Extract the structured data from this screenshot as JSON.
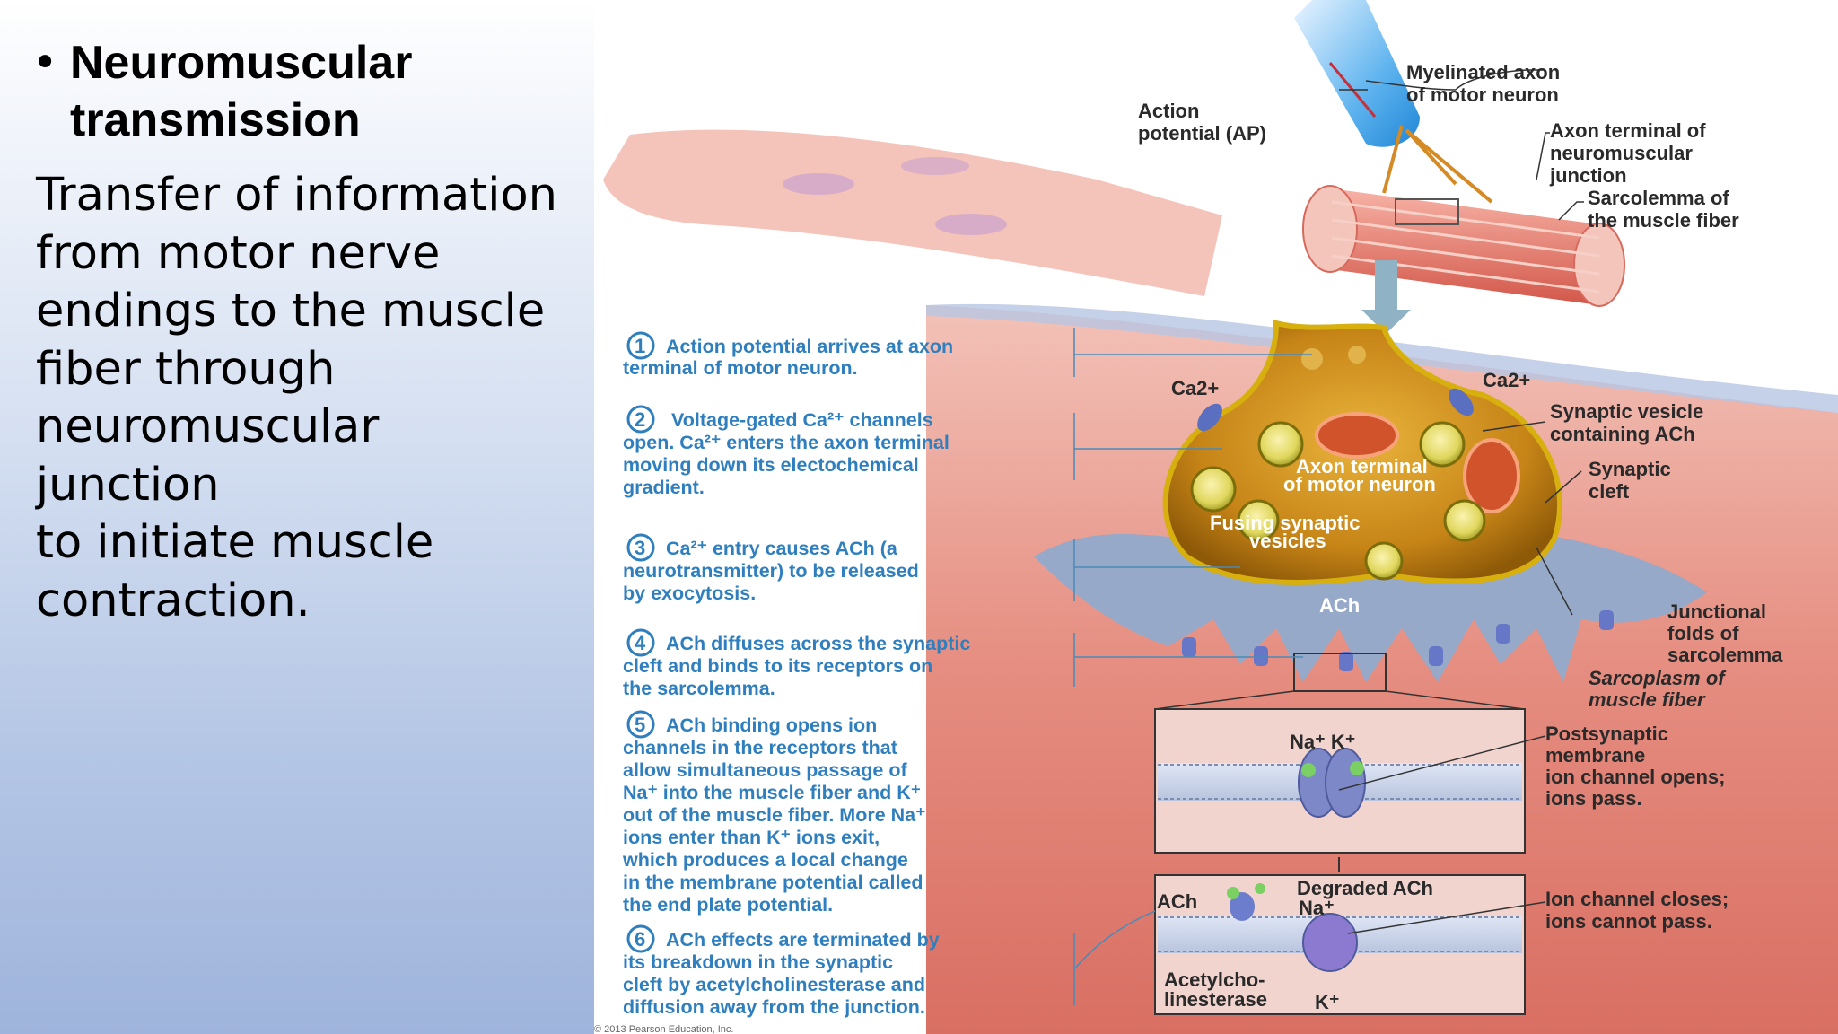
{
  "slide": {
    "bullet_title_line1": "Neuromuscular",
    "bullet_title_line2": "transmission",
    "body_lines": [
      "Transfer of information",
      "from motor nerve",
      "endings to the muscle",
      "fiber through",
      "neuromuscular junction",
      "to initiate muscle",
      "contraction."
    ]
  },
  "figure": {
    "labels": {
      "myelinated_axon": [
        "Myelinated axon",
        "of motor neuron"
      ],
      "action_potential": [
        "Action",
        "potential (AP)"
      ],
      "axon_terminal_nmj": [
        "Axon terminal of",
        "neuromuscular",
        "junction"
      ],
      "sarcolemma": [
        "Sarcolemma of",
        "the muscle fiber"
      ],
      "ca_left": "Ca2+",
      "ca_right": "Ca2+",
      "synaptic_vesicle": [
        "Synaptic vesicle",
        "containing ACh"
      ],
      "synaptic_cleft": [
        "Synaptic",
        "cleft"
      ],
      "axon_terminal_inner": [
        "Axon terminal",
        "of motor neuron"
      ],
      "fusing_vesicles": [
        "Fusing synaptic",
        "vesicles"
      ],
      "ach_center": "ACh",
      "junctional_folds": [
        "Junctional",
        "folds of",
        "sarcolemma"
      ],
      "sarcoplasm": [
        "Sarcoplasm of",
        "muscle fiber"
      ],
      "na_k_top": "Na⁺ K⁺",
      "postsynaptic": [
        "Postsynaptic",
        "membrane",
        "ion channel opens;",
        "ions pass."
      ],
      "ach_bottom": "ACh",
      "degraded_ach": "Degraded ACh",
      "na_bottom": "Na⁺",
      "acetylcholinesterase": [
        "Acetylcho-",
        "linesterase"
      ],
      "k_bottom": "K⁺",
      "ion_channel_closes": [
        "Ion channel closes;",
        "ions cannot pass."
      ],
      "copyright": "© 2013 Pearson Education, Inc."
    },
    "steps": [
      {
        "num": "1",
        "lines": [
          "Action potential arrives at axon",
          "terminal of motor neuron."
        ]
      },
      {
        "num": "2",
        "lines": [
          "Voltage-gated Ca²⁺ channels",
          "open. Ca²⁺ enters the axon terminal",
          "moving down its electochemical",
          "gradient."
        ]
      },
      {
        "num": "3",
        "lines": [
          "Ca²⁺ entry causes ACh (a",
          "neurotransmitter) to be released",
          "by exocytosis."
        ]
      },
      {
        "num": "4",
        "lines": [
          "ACh diffuses across the synaptic",
          "cleft and binds to its receptors on",
          "the sarcolemma."
        ]
      },
      {
        "num": "5",
        "lines": [
          "ACh binding opens ion",
          "channels in the receptors that",
          "allow simultaneous passage of",
          "Na⁺ into the muscle fiber and K⁺",
          "out of the muscle fiber. More Na⁺",
          "ions enter than K⁺ ions exit,",
          "which produces a local change",
          "in the membrane potential called",
          "the end plate potential."
        ]
      },
      {
        "num": "6",
        "lines": [
          "ACh effects are terminated by",
          "its breakdown in the synaptic",
          "cleft by acetylcholinesterase and",
          "diffusion away from the junction."
        ]
      }
    ],
    "colors": {
      "step_text": "#2f7fbf",
      "muscle": "#e4877c",
      "terminal": "#c9921c",
      "cleft": "#97a9c9"
    }
  }
}
